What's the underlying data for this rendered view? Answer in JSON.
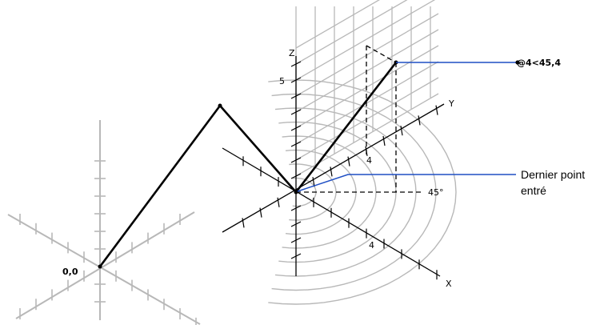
{
  "labels": {
    "origin": "0,0",
    "coordinate": "@4<45,4",
    "z_axis": "Z",
    "y_axis": "Y",
    "x_axis": "X",
    "z_tick": "5",
    "y_tick": "4",
    "x_tick": "4",
    "angle": "45°",
    "last_point_line1": "Dernier point",
    "last_point_line2": "entré"
  },
  "colors": {
    "grid": "#b8b8b8",
    "axis": "#000000",
    "path": "#000000",
    "leader": "#1f4fc4",
    "dashed": "#000000"
  }
}
